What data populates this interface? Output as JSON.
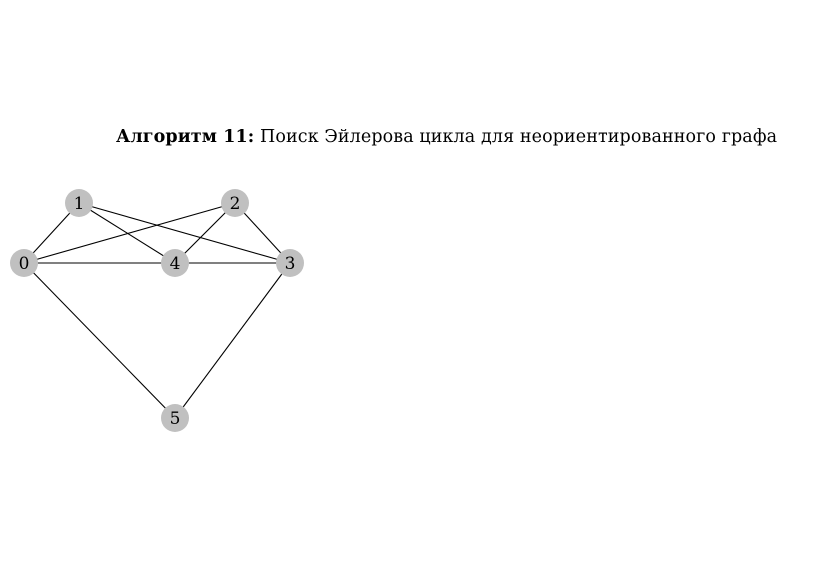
{
  "caption": {
    "label": "Алгоритм 11:",
    "text": "Поиск Эйлерова цикла для неориентированного графа"
  },
  "graph": {
    "nodes": [
      {
        "id": "0",
        "label": "0"
      },
      {
        "id": "1",
        "label": "1"
      },
      {
        "id": "2",
        "label": "2"
      },
      {
        "id": "3",
        "label": "3"
      },
      {
        "id": "4",
        "label": "4"
      },
      {
        "id": "5",
        "label": "5"
      }
    ],
    "edges": [
      [
        "0",
        "1"
      ],
      [
        "0",
        "2"
      ],
      [
        "0",
        "4"
      ],
      [
        "0",
        "5"
      ],
      [
        "1",
        "4"
      ],
      [
        "1",
        "3"
      ],
      [
        "2",
        "4"
      ],
      [
        "2",
        "3"
      ],
      [
        "4",
        "3"
      ],
      [
        "3",
        "5"
      ]
    ],
    "node_color": "#c0c0c0",
    "edge_color": "#000000"
  }
}
